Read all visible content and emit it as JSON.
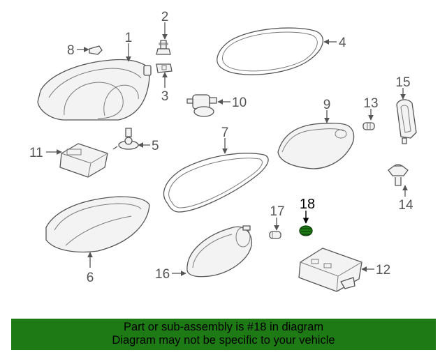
{
  "diagram": {
    "callouts": [
      "1",
      "2",
      "3",
      "4",
      "5",
      "6",
      "7",
      "8",
      "9",
      "10",
      "11",
      "12",
      "13",
      "14",
      "15",
      "16",
      "17",
      "18"
    ],
    "highlighted_part": "18",
    "highlight_color": "#1e7a14"
  },
  "banner": {
    "line1": "Part or sub-assembly is #18 in diagram",
    "line2": "Diagram may not be specific to your vehicle",
    "background": "#1e7a14"
  }
}
